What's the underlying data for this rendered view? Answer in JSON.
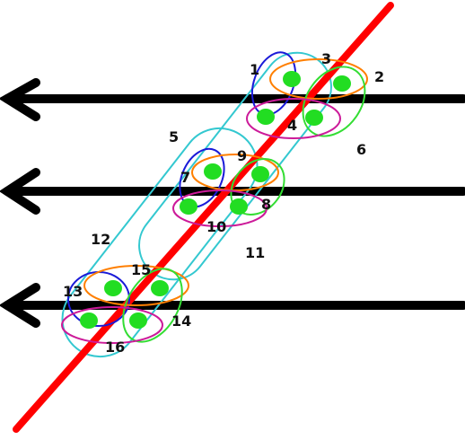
{
  "colors": {
    "background": "#ffffff",
    "parallel_lines": "#000000",
    "transversal": "#ff0000",
    "dot": "#22dd22",
    "blue": "#1a1ad8",
    "orange": "#ff7f00",
    "green": "#33dd33",
    "magenta": "#cc1a99",
    "cyan": "#33c8d0"
  },
  "labels": {
    "l1": "1",
    "l2": "2",
    "l3": "3",
    "l4": "4",
    "l5": "5",
    "l6": "6",
    "l7": "7",
    "l8": "8",
    "l9": "9",
    "l10": "10",
    "l11": "11",
    "l12": "12",
    "l13": "13",
    "l14": "14",
    "l15": "15",
    "l16": "16"
  }
}
